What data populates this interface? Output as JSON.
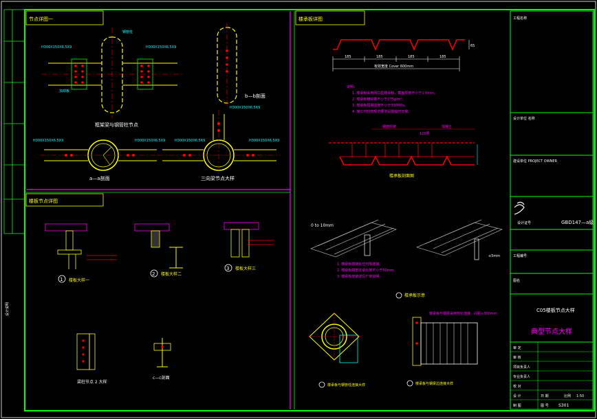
{
  "drawing": {
    "quadrant_titles": {
      "top_left": "节点详图一",
      "bottom_left": "楼板节点详图",
      "top_right": "楼承板详图"
    },
    "column_beam": {
      "beam_left_tag": "H300X150X6.5X9",
      "beam_right_tag": "H300X150X6.5X9",
      "column_top_tag": "钢管柱",
      "stiffener_tag": "加劲板",
      "caption": "框架梁与钢管柱节点",
      "section_a_caption": "a—a剖面",
      "section_b_caption": "b—b剖面",
      "three_way_caption": "三向梁节点大样",
      "tag_a_left": "H300X150X6.5X9",
      "tag_a_right": "H300X150X6.5X9",
      "tag_3w_left": "H300X150X6.5X9",
      "tag_3w_right": "H300X150X6.5X9",
      "tag_3w_top": "H300X150X6.5X9"
    },
    "deck": {
      "dims": [
        "185",
        "185",
        "185",
        "185"
      ],
      "total_dim": "有效宽度 Cover 600mm",
      "height_dim": "65",
      "notes_title": "说明：",
      "notes": [
        "1. 楼承板采用闭口型楼承板，截面厚度不小于1.0mm。",
        "2. 楼承板镀锌量不小于275g/m²。",
        "3. 楼承板屈服强度不小于350MPa。",
        "4. 施工时应按规范要求设置临时支撑。"
      ],
      "section_caption": "楼承板剖面图",
      "label_1": "钢筋桁架",
      "label_2": "120厚",
      "label_3": "混凝土",
      "iso_dim": "0 to 10mm",
      "iso_dim2": "≤5mm",
      "iso_notes": [
        "1. 楼承板搭接处应可靠连接。",
        "2. 楼承板端部支承长度不小于50mm。",
        "3. 楼承板安装详见厂家说明。"
      ],
      "iso_caption": "楼承板示意",
      "detail_round_caption": "楼承板与钢管柱连接大样",
      "detail_edge_caption": "楼承板与钢梁边连接大样",
      "edge_note": "楼承板与钢梁采用栓钉连接，间距≤300mm"
    },
    "floor": {
      "detail_1_num": "1",
      "detail_1_caption": "楼板大样一",
      "detail_2_num": "2",
      "detail_2_caption": "楼板大样二",
      "detail_3_num": "3",
      "detail_3_caption": "楼板大样三",
      "lower_left_caption": "梁柱节点 2 大样",
      "lower_mid_caption": "c—c剖面"
    },
    "left_strip_label": "设计说明"
  },
  "title_block": {
    "project_label": "工程名称",
    "design_unit_label": "设计单位 名称",
    "owner_label": "建设单位 PROJECT OWNER",
    "license_label": "设计证号",
    "license_value": "GBD147—a级",
    "project_no_label": "工程编号",
    "drawing_title_label": "图名",
    "drawing_title_sub": "C05楼板节点大样",
    "drawing_title_main": "典型节点大样",
    "rows": [
      "审 定",
      "审 核",
      "项目负责人",
      "专业负责人",
      "校 对",
      "设 计",
      "制 图"
    ],
    "bottom_left": "日 期",
    "bottom_mid": "图 号",
    "bottom_right": "比例",
    "scale_value": "1:50",
    "sheet_no": "S301"
  },
  "colors": {
    "frame": "#00ff00",
    "divider": "#ff00ff",
    "steel": "#ffff00",
    "rebar": "#ff0000",
    "text": "#ffffff",
    "dim": "#00ffff",
    "accent": "#ff4040"
  }
}
